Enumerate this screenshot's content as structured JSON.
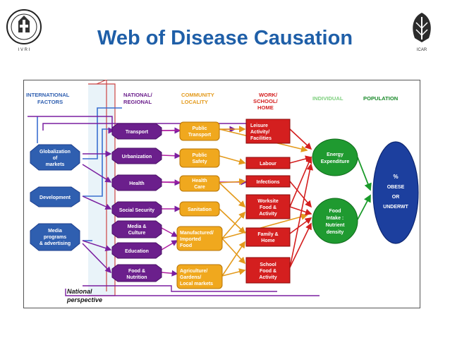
{
  "title": "Web of Disease Causation",
  "logos": {
    "left_text": "I V R I",
    "right_text": "ICAR"
  },
  "diagram": {
    "headers": {
      "international": [
        "INTERNATIONAL",
        "FACTORS"
      ],
      "national": [
        "NATIONAL/",
        "REGIONAL"
      ],
      "community": [
        "COMMUNITY",
        "LOCALITY"
      ],
      "work": [
        "WORK/",
        "SCHOOL/",
        "HOME"
      ],
      "individual": "INDIVIDUAL",
      "population": "POPULATION"
    },
    "international_nodes": [
      [
        "Globalization",
        "of",
        "markets"
      ],
      [
        "Development"
      ],
      [
        "Media",
        "programs",
        "& advertising"
      ]
    ],
    "national_nodes": [
      [
        "Transport"
      ],
      [
        "Urbanization"
      ],
      [
        "Health"
      ],
      [
        "Social Security"
      ],
      [
        "Media &",
        "Culture"
      ],
      [
        "Education"
      ],
      [
        "Food &",
        "Nutrition"
      ]
    ],
    "community_nodes": [
      [
        "Public",
        "Transport"
      ],
      [
        "Public",
        "Safety"
      ],
      [
        "Health",
        "Care"
      ],
      [
        "Sanitation"
      ],
      [
        "Manufactured/",
        "Imported",
        "Food"
      ],
      [
        "Agriculture/",
        "Gardens/",
        "Local markets"
      ]
    ],
    "work_nodes": [
      [
        "Leisure",
        "Activity/",
        "Facilities"
      ],
      [
        "Labour"
      ],
      [
        "Infections"
      ],
      [
        "Worksite",
        "Food &",
        "Activity"
      ],
      [
        "Family &",
        "Home"
      ],
      [
        "School",
        "Food &",
        "Activity"
      ]
    ],
    "individual_nodes": [
      [
        "Energy",
        "Expenditure"
      ],
      [
        "Food",
        "Intake :",
        "Nutrient",
        "density"
      ]
    ],
    "population_node": [
      "%",
      "OBESE",
      "OR",
      "UNDERWT"
    ],
    "footer": [
      "National",
      "perspective"
    ]
  },
  "colors": {
    "title": "#1f5fa8",
    "international": "#2f5fb0",
    "national": "#6b1f8c",
    "community": "#e39a1c",
    "work": "#d41f1f",
    "individual": "#1a8a2a",
    "population": "#1c3f9e"
  }
}
